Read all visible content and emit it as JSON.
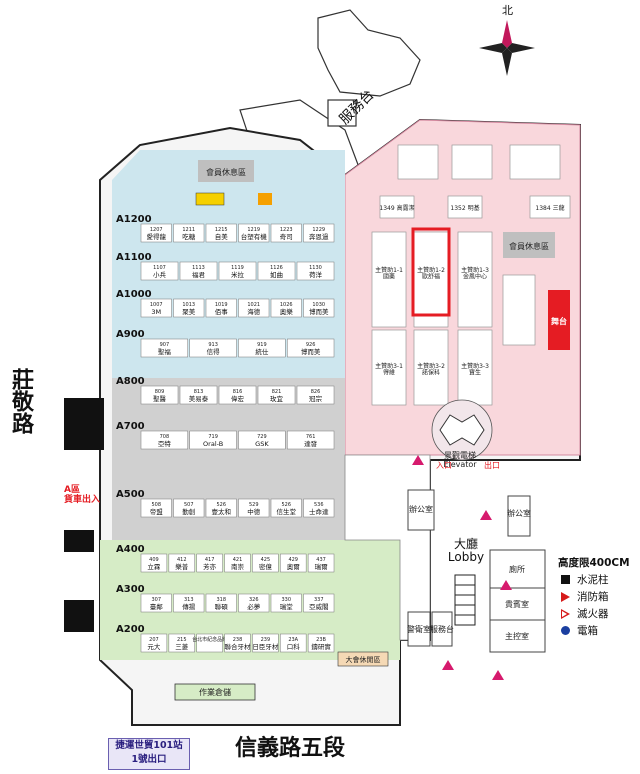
{
  "roads": {
    "south": "信義路五段",
    "west": "莊敬路"
  },
  "compass": "北",
  "metro_exit": "捷運世貿101站\n1號出口",
  "legend": {
    "height_limit": "高度限400CM",
    "items": [
      {
        "icon": "pillar-icon",
        "label": "水泥柱"
      },
      {
        "icon": "hydrant-icon",
        "label": "消防箱"
      },
      {
        "icon": "extinguisher-icon",
        "label": "滅火器"
      },
      {
        "icon": "electric-box-icon",
        "label": "電箱"
      }
    ]
  },
  "colors": {
    "pink_zone": "#f9d7dc",
    "blue_zone": "#cde6ee",
    "gray_zone": "#d0d0d0",
    "green_zone": "#d6ecc6",
    "highlight": "#e51c23"
  },
  "areas": {
    "rows": [
      {
        "label": "A1200",
        "booths": [
          "1207 愛得龍",
          "1211 吃糖",
          "1215 自美",
          "1219 台塑有機",
          "1223 奇司",
          "1229 奔恩過"
        ]
      },
      {
        "label": "A1100",
        "booths": [
          "1107 小兵",
          "1113 福君",
          "1119 米拉",
          "1126 如曲",
          "1130 荷洋"
        ]
      },
      {
        "label": "A1000",
        "booths": [
          "1007 3M",
          "1013 聚美",
          "1019 佰事",
          "1021 海德",
          "1026 奧樂",
          "1030 博而美"
        ]
      },
      {
        "label": "A900",
        "booths": [
          "907 聖福",
          "913 信得",
          "919 統仕",
          "926 博而美"
        ]
      },
      {
        "label": "A800",
        "booths": [
          "809 聖醫",
          "813 美易泰",
          "816 偉宏",
          "821 玫宜",
          "826 冠宗"
        ]
      },
      {
        "label": "A700",
        "booths": [
          "708 亞特",
          "719 Oral-B",
          "729 GSK",
          "761 達發"
        ]
      },
      {
        "label": "A500",
        "booths": [
          "508 帝盟",
          "507 勤創",
          "526 壹太和",
          "529 中德",
          "526 信生堂",
          "536 士命達"
        ]
      },
      {
        "label": "A400",
        "booths": [
          "409 立霖",
          "412 樂普",
          "417 芳亦",
          "421 南崇",
          "425 密億",
          "429 奧爾",
          "437 瑞爾"
        ]
      },
      {
        "label": "A300",
        "booths": [
          "307 臺鄰",
          "313 傳揚",
          "318 聯碩",
          "326 必夢",
          "330 瑞堂",
          "337 亞威閣"
        ]
      },
      {
        "label": "A200",
        "booths": [
          "207 元大",
          "215 三菱",
          "台北市紀念品館",
          "238 聯合牙材",
          "239 日臣牙材",
          "23A 口科",
          "23B 鑄研實"
        ]
      }
    ],
    "labels": {
      "lounge_west": "會員休息區",
      "lounge_east": "會員休息區",
      "stage": "舞台",
      "elevator": "景觀電梯\nElevator",
      "entrance": "入口",
      "exit": "出口",
      "hall": "大廳\nLobby",
      "loading": "A區\n貨車出入",
      "service_top": "服務台",
      "service_bottom": "服務台",
      "office": "辦公室",
      "office_east": "辦公室",
      "vip_room": "貴賓室",
      "control_room": "主控室",
      "security": "警衛室",
      "toilet": "廁所",
      "warehouse": "作業倉儲",
      "activity": "大會休閒區",
      "sponsor_1": "主贊助1-1\n國藥",
      "sponsor_2": "主贊助1-2\n歐舒福",
      "sponsor_3": "主贊助1-3\n金鳳中心",
      "sponsor_4": "主贊助3-1\n得維",
      "sponsor_5": "主贊助3-2\n諾保科",
      "sponsor_6": "主贊助3-3\n寶生",
      "pink_1349": "1349 高露潔",
      "pink_1352": "1352 明基",
      "pink_1384": "1384 三龍"
    }
  }
}
